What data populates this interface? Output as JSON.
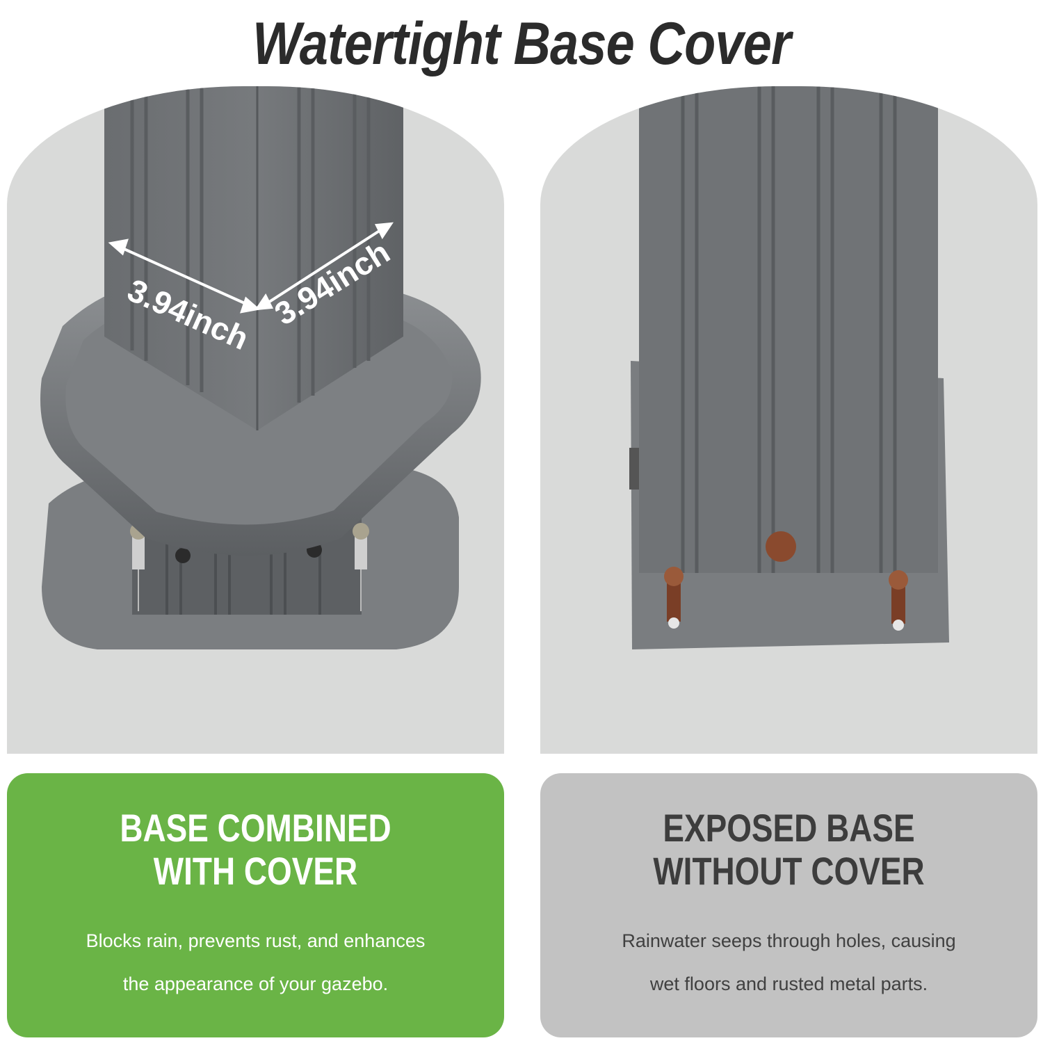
{
  "title": "Watertight Base Cover",
  "dimensions": {
    "left_width": "3.94inch",
    "right_width": "3.94inch"
  },
  "colors": {
    "good_card": "#6ab446",
    "bad_card": "#c2c2c2",
    "post": "#6e7173",
    "rust": "#8a4a2e"
  },
  "cards": {
    "with_cover": {
      "heading_line1": "BASE COMBINED",
      "heading_line2": "WITH COVER",
      "body_line1": "Blocks rain, prevents rust, and enhances",
      "body_line2": "the appearance of your gazebo."
    },
    "without_cover": {
      "heading_line1": "EXPOSED BASE",
      "heading_line2": "WITHOUT COVER",
      "body_line1": "Rainwater seeps through holes, causing",
      "body_line2": "wet floors and rusted metal parts."
    }
  }
}
